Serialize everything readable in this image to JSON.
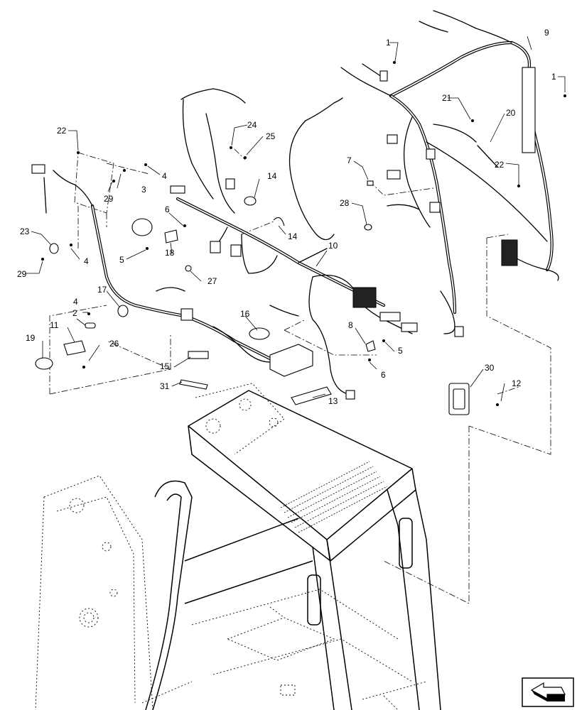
{
  "callouts": [
    {
      "id": "c1a",
      "label": "1"
    },
    {
      "id": "c1b",
      "label": "1"
    },
    {
      "id": "c2",
      "label": "2"
    },
    {
      "id": "c3",
      "label": "3"
    },
    {
      "id": "c4a",
      "label": "4"
    },
    {
      "id": "c4b",
      "label": "4"
    },
    {
      "id": "c4c",
      "label": "4"
    },
    {
      "id": "c5a",
      "label": "5"
    },
    {
      "id": "c5b",
      "label": "5"
    },
    {
      "id": "c6a",
      "label": "6"
    },
    {
      "id": "c6b",
      "label": "6"
    },
    {
      "id": "c7",
      "label": "7"
    },
    {
      "id": "c8",
      "label": "8"
    },
    {
      "id": "c9",
      "label": "9"
    },
    {
      "id": "c10",
      "label": "10"
    },
    {
      "id": "c11",
      "label": "11"
    },
    {
      "id": "c12",
      "label": "12"
    },
    {
      "id": "c13",
      "label": "13"
    },
    {
      "id": "c14a",
      "label": "14"
    },
    {
      "id": "c14b",
      "label": "14"
    },
    {
      "id": "c15",
      "label": "15"
    },
    {
      "id": "c16",
      "label": "16"
    },
    {
      "id": "c17",
      "label": "17"
    },
    {
      "id": "c18",
      "label": "18"
    },
    {
      "id": "c19",
      "label": "19"
    },
    {
      "id": "c20",
      "label": "20"
    },
    {
      "id": "c21",
      "label": "21"
    },
    {
      "id": "c22a",
      "label": "22"
    },
    {
      "id": "c22b",
      "label": "22"
    },
    {
      "id": "c23",
      "label": "23"
    },
    {
      "id": "c24",
      "label": "24"
    },
    {
      "id": "c25",
      "label": "25"
    },
    {
      "id": "c26",
      "label": "26"
    },
    {
      "id": "c27",
      "label": "27"
    },
    {
      "id": "c28",
      "label": "28"
    },
    {
      "id": "c29a",
      "label": "29"
    },
    {
      "id": "c29b",
      "label": "29"
    },
    {
      "id": "c30",
      "label": "30"
    },
    {
      "id": "c31",
      "label": "31"
    }
  ],
  "icons": {
    "orientation": "direction-arrow-icon"
  }
}
